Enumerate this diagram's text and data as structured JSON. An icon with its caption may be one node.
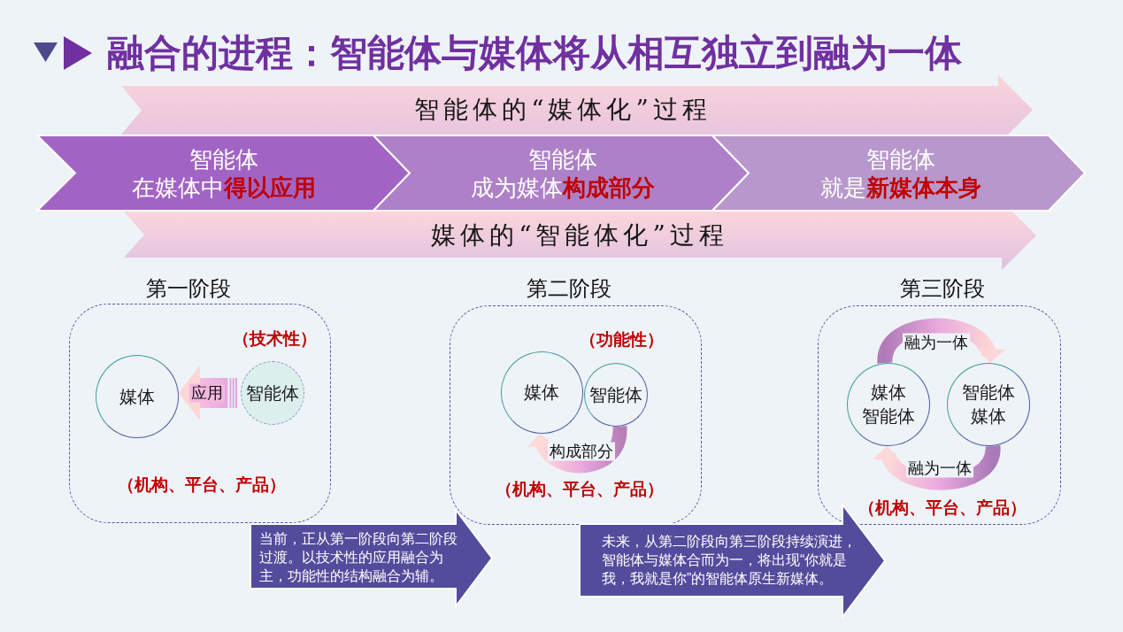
{
  "diagram": {
    "title": "融合的进程：智能体与媒体将从相互独立到融为一体",
    "nodes": [
      {
        "text": [
          "智能体的“媒体化”过程"
        ]
      },
      {
        "text": [
          "智能体",
          "在媒体中**得以应用**"
        ]
      },
      {
        "text": [
          "智能体",
          "成为媒体**构成部分**"
        ]
      },
      {
        "text": [
          "智能体",
          "就是**新媒体本身**"
        ]
      },
      {
        "text": [
          "媒体的“智能体化”过程"
        ]
      },
      {
        "text": [
          "第一阶段",
          "（技术性）",
          "（机构、平台、产品）"
        ]
      },
      {
        "text": [
          "媒体"
        ],
        "in": 5
      },
      {
        "text": [
          "智能体"
        ],
        "in": 5
      },
      {
        "text": [
          "第二阶段",
          "（功能性）",
          "（机构、平台、产品）"
        ]
      },
      {
        "text": [
          "媒体"
        ],
        "in": 8
      },
      {
        "text": [
          "智能体"
        ],
        "in": 8
      },
      {
        "text": [
          "第三阶段",
          "（机构、平台、产品）"
        ]
      },
      {
        "text": [
          "媒体",
          "智能体"
        ],
        "in": 11
      },
      {
        "text": [
          "智能体",
          "媒体"
        ],
        "in": 11
      },
      {
        "text": [
          "当前，正从第一阶段向第二阶段过渡。以技术性的应用融合为主，功能性的结构融合为辅。"
        ]
      },
      {
        "text": [
          "未来，从第二阶段向第三阶段持续演进，智能体与媒体合而为一，将出现“你就是我，我就是你”的智能体原生新媒体。"
        ]
      }
    ],
    "edges": [
      {
        "from": 7,
        "to": 6,
        "arrow": "to",
        "label": "应用"
      },
      {
        "from": 10,
        "to": 9,
        "arrow": "to",
        "label": "构成部分"
      },
      {
        "from": 12,
        "to": 13,
        "arrow": "to",
        "label": "融为一体"
      },
      {
        "from": 13,
        "to": 12,
        "arrow": "to",
        "label": "融为一体"
      }
    ]
  }
}
